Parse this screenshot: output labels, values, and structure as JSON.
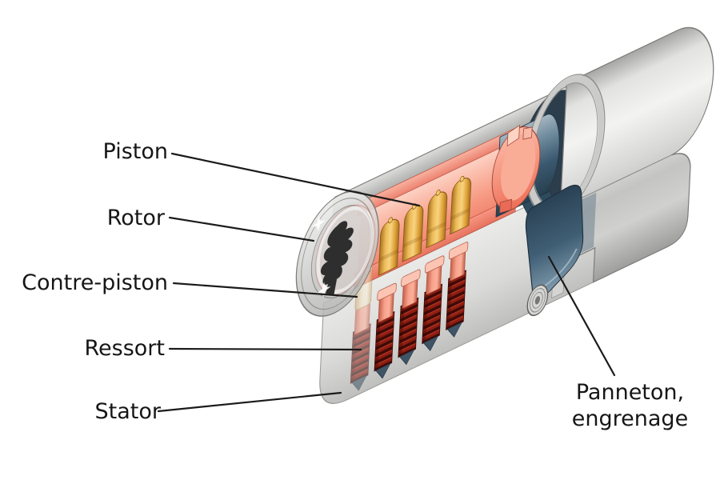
{
  "diagram": {
    "labels": {
      "piston": "Piston",
      "rotor": "Rotor",
      "contre_piston": "Contre-piston",
      "ressort": "Ressort",
      "stator": "Stator",
      "panneton_line1": "Panneton,",
      "panneton_line2": "engrenage"
    },
    "colors": {
      "background": "#ffffff",
      "outline": "#1b1b1b",
      "keyway": "#2e2e2e",
      "piston": "#f0bd55",
      "contre_piston": "#f9a38c",
      "ressort": "#8e1d12",
      "rotor_cutaway": "#f4826e",
      "rotor_interior": "#fbbfae",
      "rotor_steel": "#3e5c73",
      "stator": "#d6d6d4",
      "panneton": "#3f5e74"
    }
  }
}
